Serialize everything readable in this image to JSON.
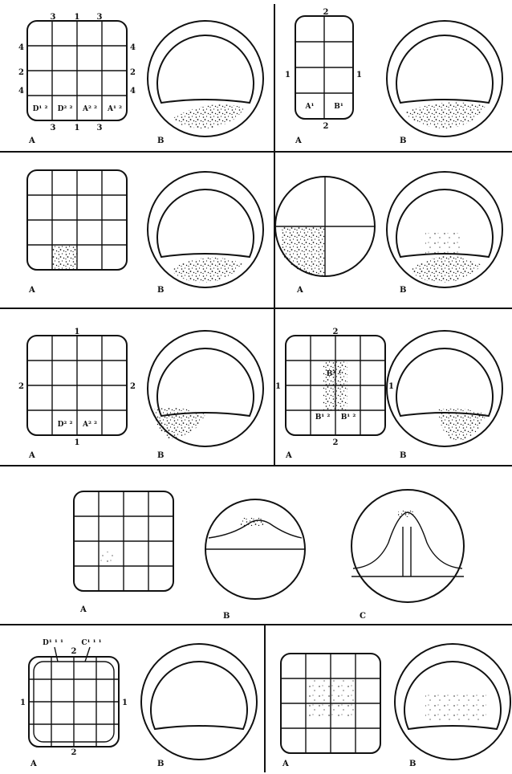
{
  "letters": {
    "a": "A",
    "b": "B",
    "c": "C"
  },
  "p1": {
    "top": [
      "3",
      "1",
      "3"
    ],
    "bottom": [
      "3",
      "1",
      "3"
    ],
    "left": [
      "4",
      "2",
      "4"
    ],
    "right": [
      "4",
      "2",
      "4"
    ],
    "cells": [
      "D¹ ²",
      "D² ²",
      "A² ²",
      "A¹ ²"
    ]
  },
  "p2": {
    "top": "2",
    "bottom": "2",
    "left": "1",
    "right": "1",
    "cells": [
      "A¹",
      "B¹"
    ]
  },
  "p5": {
    "top": "1",
    "bottom": "1",
    "left": "2",
    "right": "2",
    "cells": [
      "D² ²",
      "A² ²"
    ]
  },
  "p6": {
    "top": "2",
    "bottom": "2",
    "left": "1",
    "right": "1",
    "cells": [
      "B² ¹",
      "B¹ ²",
      "B¹ ²"
    ]
  },
  "p8": {
    "top_left": "D¹ ¹ ¹",
    "top_mid": "2",
    "top_right": "C¹ ¹ ¹",
    "left": "1",
    "right": "1",
    "bottom": "2"
  }
}
